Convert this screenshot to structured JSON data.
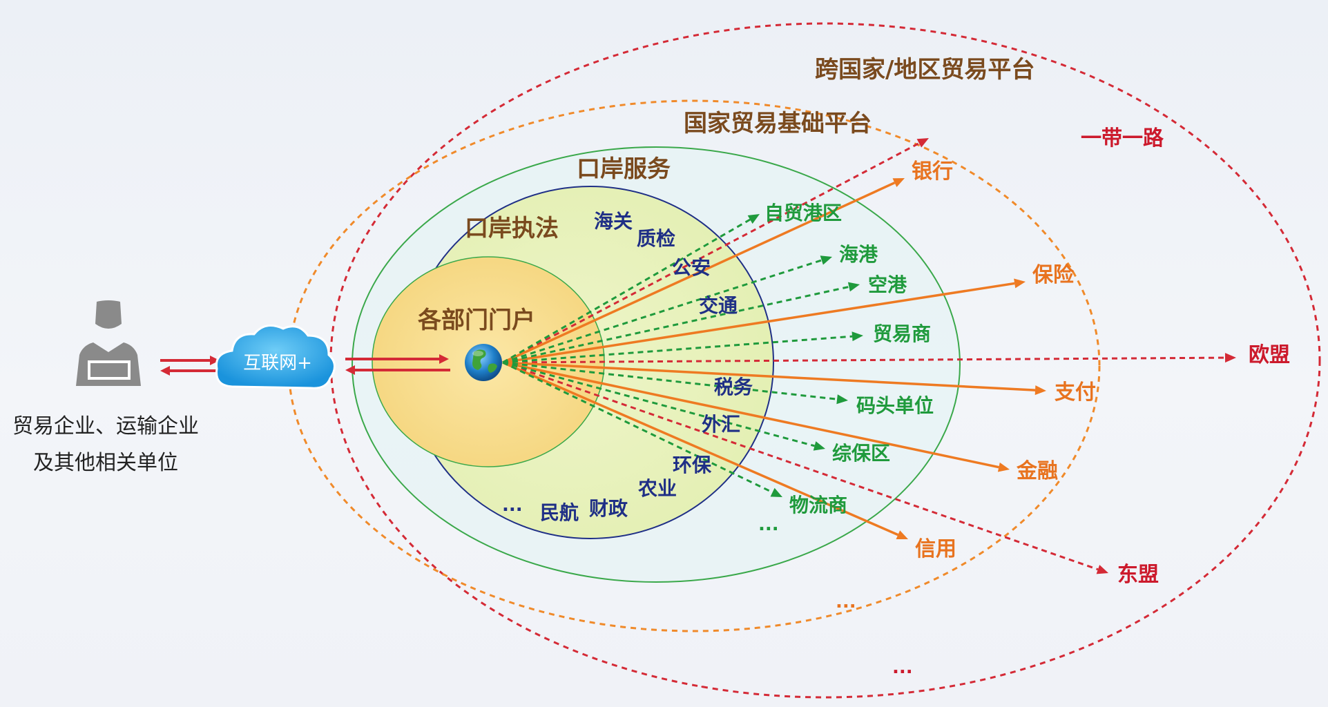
{
  "left": {
    "user_caption_line1": "贸易企业、运输企业",
    "user_caption_line2": "及其他相关单位",
    "cloud_label": "互联网+"
  },
  "rings": {
    "outer": "跨国家/地区贸易平台",
    "national": "国家贸易基础平台",
    "port_service": "口岸服务",
    "port_enforcement": "口岸执法",
    "portals": "各部门门户"
  },
  "enforcement_agencies": [
    "海关",
    "质检",
    "公安",
    "交通",
    "税务",
    "外汇",
    "环保",
    "农业",
    "财政",
    "民航",
    "..."
  ],
  "port_services": [
    "自贸港区",
    "海港",
    "空港",
    "贸易商",
    "码头单位",
    "综保区",
    "物流商",
    "..."
  ],
  "national_services": [
    "银行",
    "保险",
    "支付",
    "金融",
    "信用",
    "..."
  ],
  "international": [
    "一带一路",
    "欧盟",
    "东盟",
    "..."
  ],
  "colors": {
    "outer_ring": "#d42a36",
    "national_ring": "#f08a2a",
    "port_service_ring": "#3aa84a",
    "enforcement_ring": "#1f2f86",
    "arrow_red": "#d42a36",
    "arrow_orange": "#ee7a22",
    "arrow_green": "#1f9a3c",
    "cloud": "#2aa6e8",
    "user_icon": "#8a8a8a"
  },
  "icons": [
    "user-icon",
    "cloud-icon",
    "globe-icon"
  ]
}
